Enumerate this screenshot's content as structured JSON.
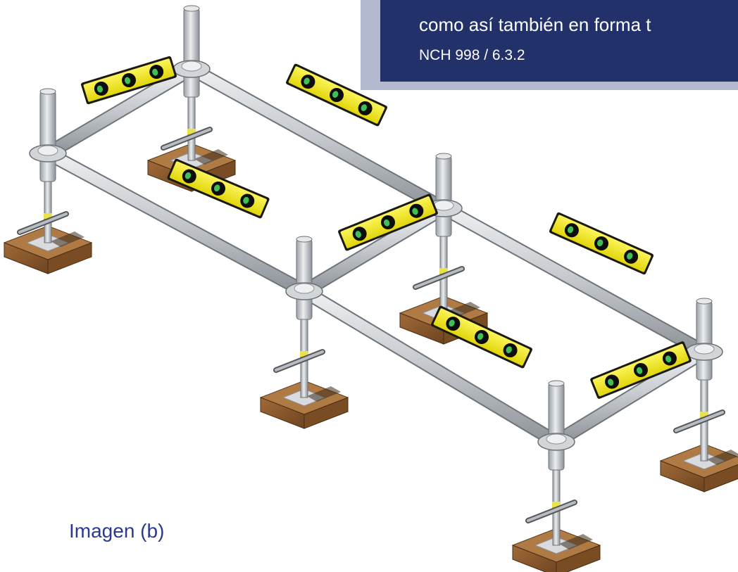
{
  "callout": {
    "line1": "como así también en forma t",
    "line2": "NCH 998 / 6.3.2"
  },
  "caption": "Imagen (b)",
  "colors": {
    "callout_fill": "#23316b",
    "callout_shadow": "#b3b9cf",
    "caption_text": "#2b3a8c",
    "level_yellow": "#f2ec1c",
    "tube_grey": "#c9cccf",
    "wood_brown": "#8a5a2e"
  },
  "icons": [
    "spirit-level-icon",
    "base-jack-icon",
    "wood-sole-plate-icon"
  ]
}
